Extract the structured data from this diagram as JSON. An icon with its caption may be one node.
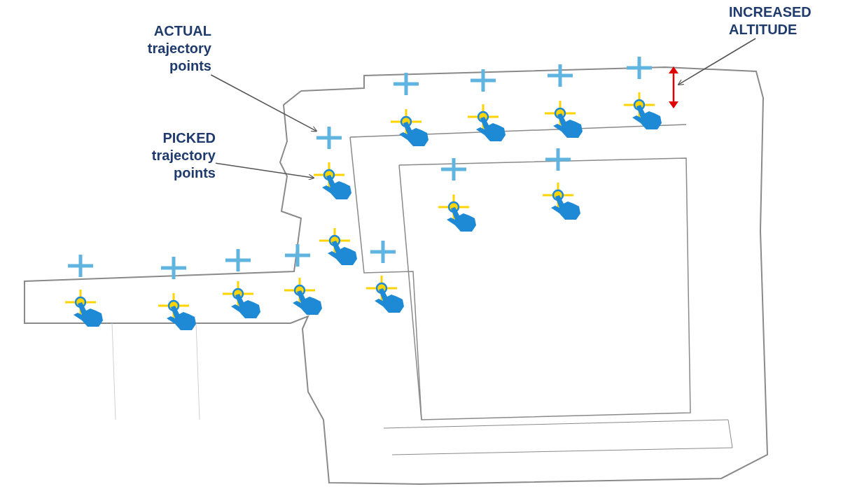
{
  "diagram": {
    "nodes": [
      {
        "text": [
          "ACTUAL trajectory points"
        ]
      },
      {
        "text": [],
        "shape": "picture"
      },
      {
        "text": [
          "PICKED trajectory points"
        ]
      },
      {
        "text": [],
        "shape": "picture"
      },
      {
        "text": [
          "INCREASED ALTITUDE"
        ]
      },
      {
        "text": [],
        "shape": "picture"
      }
    ],
    "edges": [
      {
        "from": 0,
        "to": 1,
        "arrow": "to"
      },
      {
        "from": 2,
        "to": 3,
        "arrow": "to"
      },
      {
        "from": 4,
        "to": 5,
        "arrow": "to"
      }
    ]
  }
}
